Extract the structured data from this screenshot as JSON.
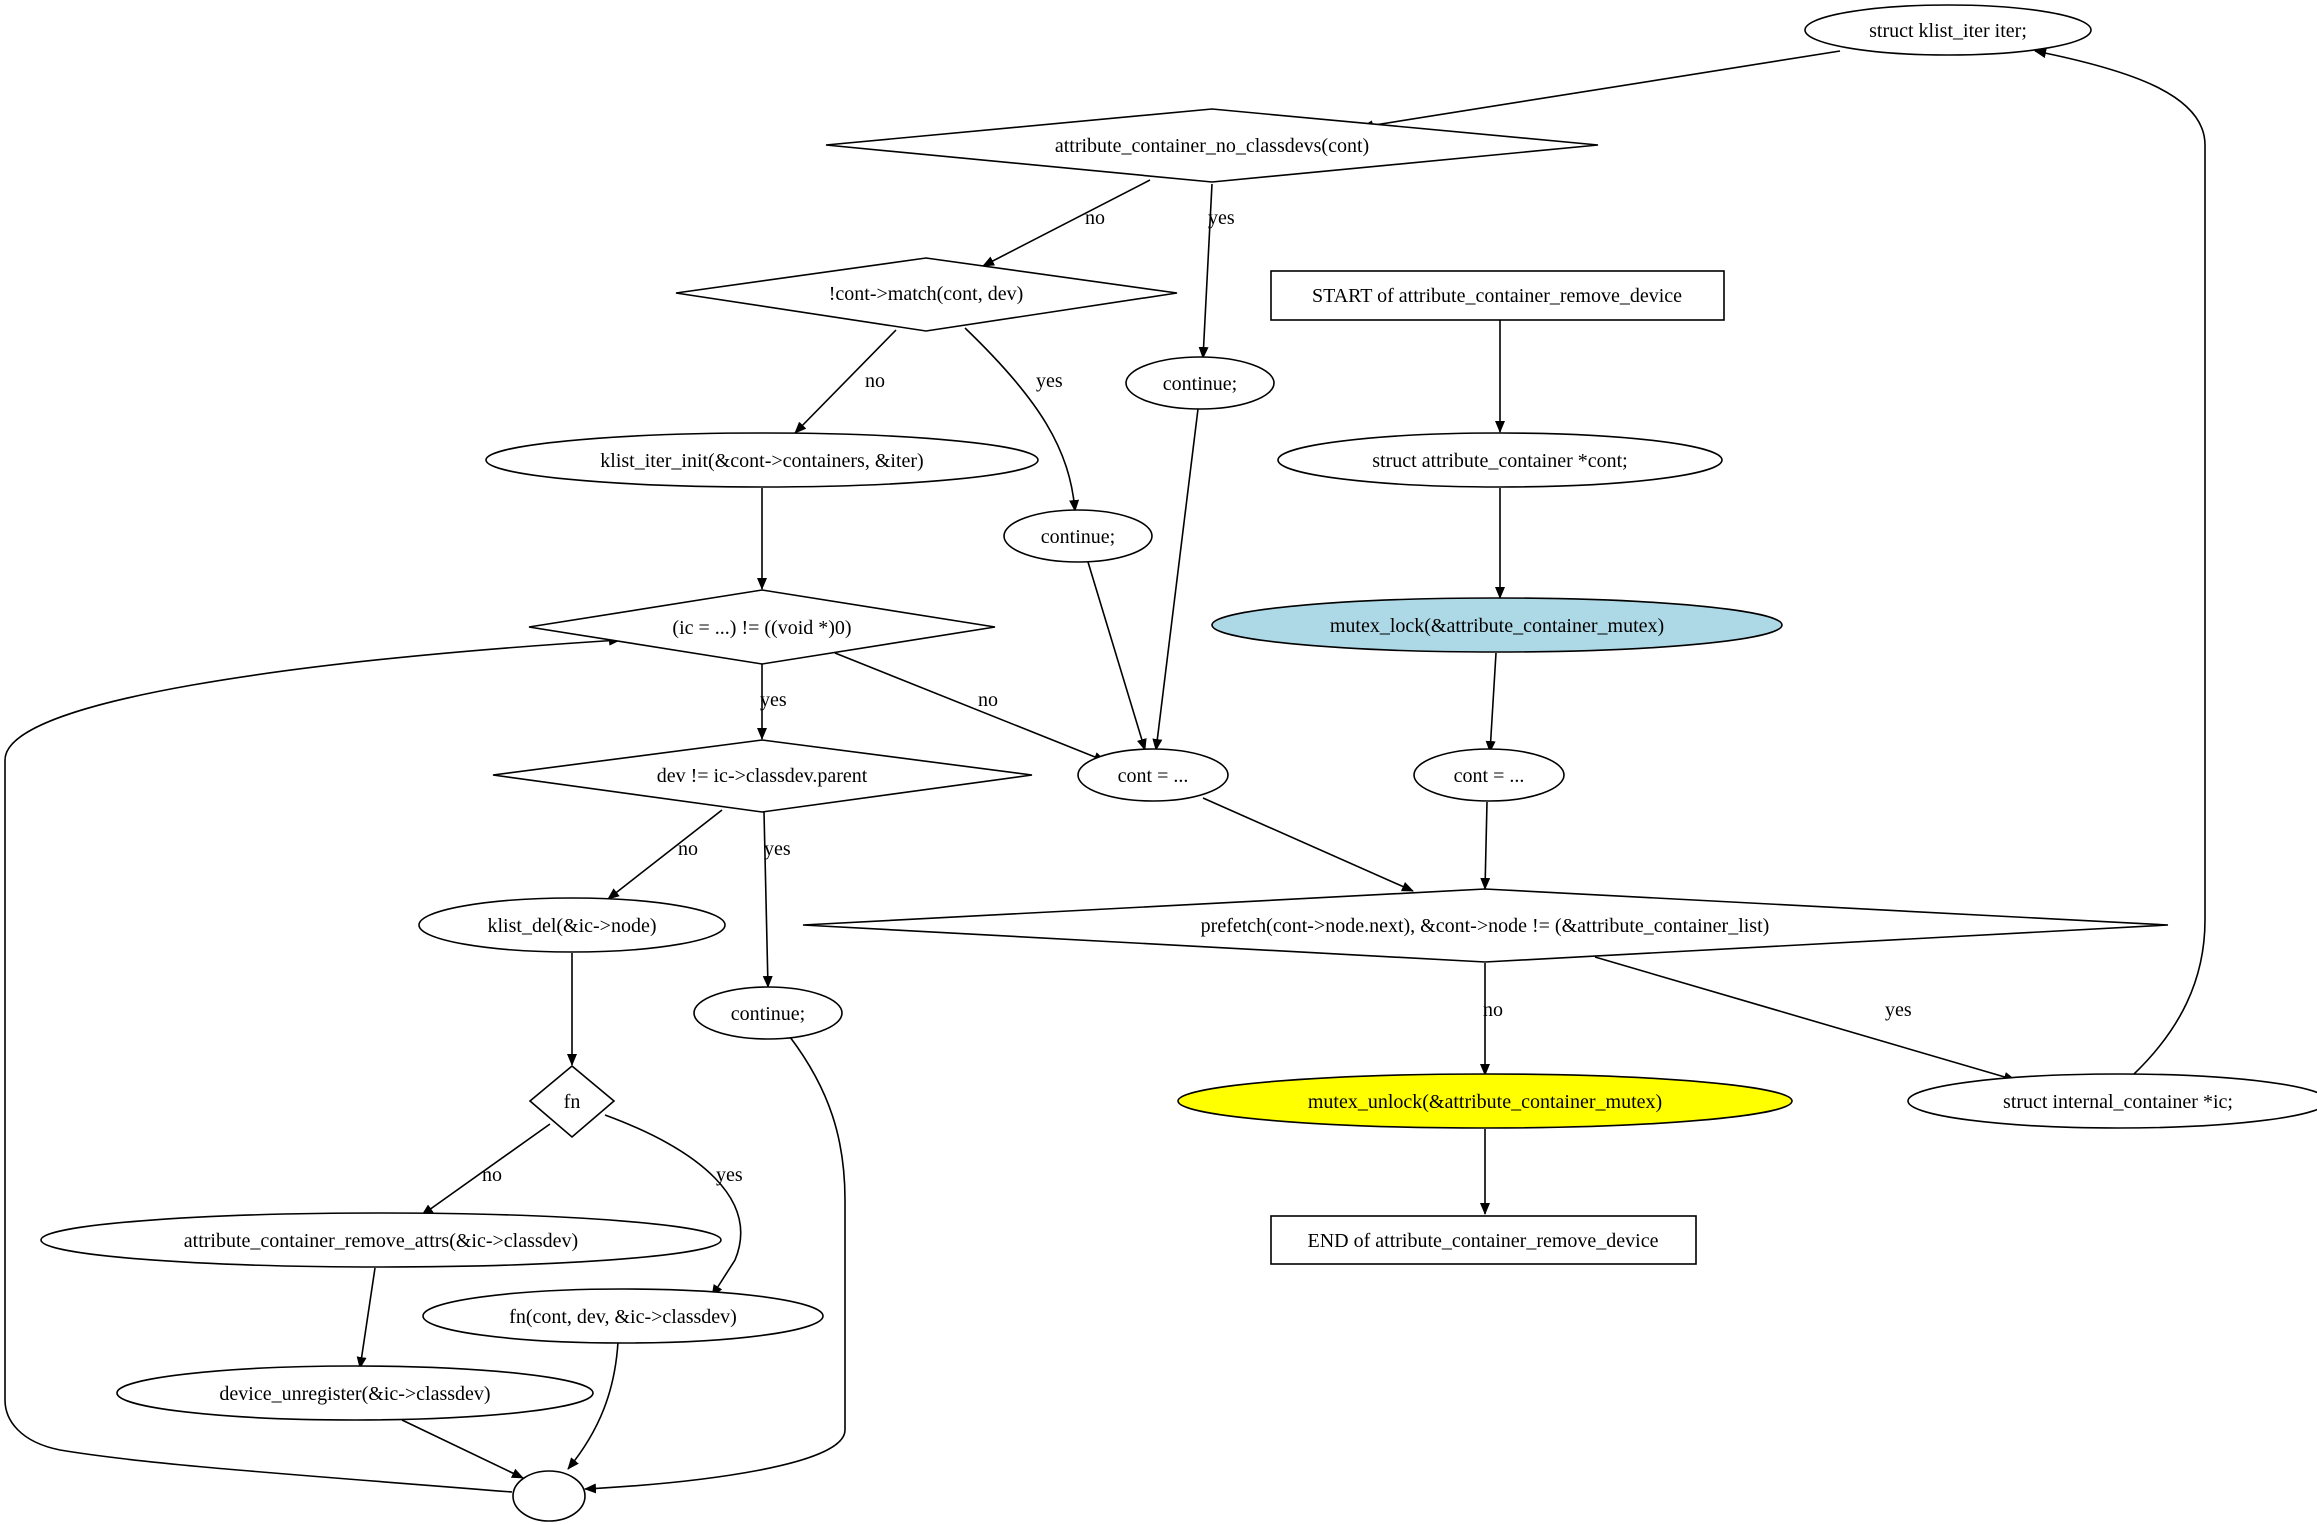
{
  "colors": {
    "lock_fill": "#add8e6",
    "unlock_fill": "#ffff00",
    "default_fill": "#ffffff",
    "stroke": "#000000"
  },
  "nodes": {
    "klist_iter": "struct klist_iter iter;",
    "no_classdevs": "attribute_container_no_classdevs(cont)",
    "match": "!cont->match(cont, dev)",
    "start": "START of attribute_container_remove_device",
    "continue_top": "continue;",
    "klist_iter_init": "klist_iter_init(&cont->containers, &iter)",
    "attr_cont_decl": "struct attribute_container *cont;",
    "continue_match": "continue;",
    "mutex_lock": "mutex_lock(&attribute_container_mutex)",
    "ic_loop": "(ic = ...) != ((void *)0)",
    "cont_assign_left": "cont = ...",
    "cont_assign_right": "cont = ...",
    "dev_parent": "dev != ic->classdev.parent",
    "prefetch": "prefetch(cont->node.next), &cont->node != (&attribute_container_list)",
    "klist_del": "klist_del(&ic->node)",
    "continue_dev": "continue;",
    "fn": "fn",
    "mutex_unlock": "mutex_unlock(&attribute_container_mutex)",
    "internal_container": "struct internal_container *ic;",
    "remove_attrs": "attribute_container_remove_attrs(&ic->classdev)",
    "end": "END of attribute_container_remove_device",
    "fn_call": "fn(cont, dev, &ic->classdev)",
    "device_unregister": "device_unregister(&ic->classdev)"
  },
  "edge_labels": {
    "no_classdevs_no": "no",
    "no_classdevs_yes": "yes",
    "match_no": "no",
    "match_yes": "yes",
    "ic_loop_yes": "yes",
    "ic_loop_no": "no",
    "dev_parent_no": "no",
    "dev_parent_yes": "yes",
    "prefetch_no": "no",
    "prefetch_yes": "yes",
    "fn_no": "no",
    "fn_yes": "yes"
  }
}
